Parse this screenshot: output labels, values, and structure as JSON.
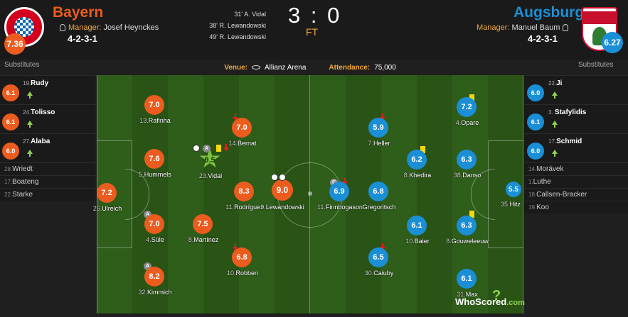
{
  "home": {
    "name": "Bayern",
    "manager_label": "Manager:",
    "manager": "Josef Heynckes",
    "formation": "4-2-3-1",
    "rating": "7.36",
    "color": "#ec5c1e"
  },
  "away": {
    "name": "Augsburg",
    "manager_label": "Manager:",
    "manager": "Manuel Baum",
    "formation": "4-2-3-1",
    "rating": "6.27",
    "color": "#1a8fd6"
  },
  "goals": [
    "31' A. Vidal",
    "38' R. Lewandowski",
    "49' R. Lewandowski"
  ],
  "score": "3 : 0",
  "status": "FT",
  "venue": {
    "venue_label": "Venue:",
    "venue": "Allianz Arena",
    "attendance_label": "Attendance:",
    "attendance": "75,000"
  },
  "substitutes_label": "Substitutes",
  "home_subs": [
    {
      "num": "19.",
      "name": "Rudy",
      "rating": "6.1"
    },
    {
      "num": "24.",
      "name": "Tolisso",
      "rating": "6.1"
    },
    {
      "num": "27.",
      "name": "Alaba",
      "rating": "6.0"
    }
  ],
  "home_unused": [
    {
      "num": "28.",
      "name": "Wriedt"
    },
    {
      "num": "17.",
      "name": "Boateng"
    },
    {
      "num": "22.",
      "name": "Starke"
    }
  ],
  "away_subs": [
    {
      "num": "22.",
      "name": "Ji",
      "rating": "6.0"
    },
    {
      "num": "3.",
      "name": "Stafylidis",
      "rating": "6.1"
    },
    {
      "num": "17.",
      "name": "Schmid",
      "rating": "6.0"
    }
  ],
  "away_unused": [
    {
      "num": "14.",
      "name": "Morávek"
    },
    {
      "num": "1.",
      "name": "Luthe"
    },
    {
      "num": "18.",
      "name": "Callsen-Bracker"
    },
    {
      "num": "19.",
      "name": "Koo"
    }
  ],
  "home_players": [
    {
      "num": "13.",
      "name": "Rafinha",
      "rating": "7.0"
    },
    {
      "num": "14.",
      "name": "Bernat",
      "rating": "7.0"
    },
    {
      "num": "5.",
      "name": "Hummels",
      "rating": "7.6"
    },
    {
      "num": "23.",
      "name": "Vidal",
      "rating": "9.5"
    },
    {
      "num": "26.",
      "name": "Ulreich",
      "rating": "7.2"
    },
    {
      "num": "11.",
      "name": "Rodríguez",
      "rating": "8.3"
    },
    {
      "num": "9.",
      "name": "Lewandowski",
      "rating": "9.0"
    },
    {
      "num": "4.",
      "name": "Süle",
      "rating": "7.0"
    },
    {
      "num": "8.",
      "name": "Martínez",
      "rating": "7.5"
    },
    {
      "num": "10.",
      "name": "Robben",
      "rating": "6.8"
    },
    {
      "num": "32.",
      "name": "Kimmich",
      "rating": "8.2"
    }
  ],
  "away_players": [
    {
      "num": "7.",
      "name": "Heller",
      "rating": "5.9"
    },
    {
      "num": "4.",
      "name": "Opare",
      "rating": "7.2"
    },
    {
      "num": "8.",
      "name": "Khedira",
      "rating": "6.2"
    },
    {
      "num": "38.",
      "name": "Danso",
      "rating": "6.3"
    },
    {
      "num": "11.",
      "name": "Finnbogason",
      "rating": "6.9"
    },
    {
      "num": "",
      "name": "Gregoritsch",
      "rating": "6.8"
    },
    {
      "num": "35.",
      "name": "Hitz",
      "rating": "5.5"
    },
    {
      "num": "10.",
      "name": "Baier",
      "rating": "6.1"
    },
    {
      "num": "8.",
      "name": "Gouweleeuw",
      "rating": "6.3"
    },
    {
      "num": "30.",
      "name": "Caiuby",
      "rating": "6.5"
    },
    {
      "num": "31.",
      "name": "Max",
      "rating": "6.1"
    }
  ],
  "badges": {
    "captain": "A",
    "captain_away": "C"
  },
  "brand": {
    "name": "WhoScored",
    "suffix": ".com",
    "q": "?"
  }
}
